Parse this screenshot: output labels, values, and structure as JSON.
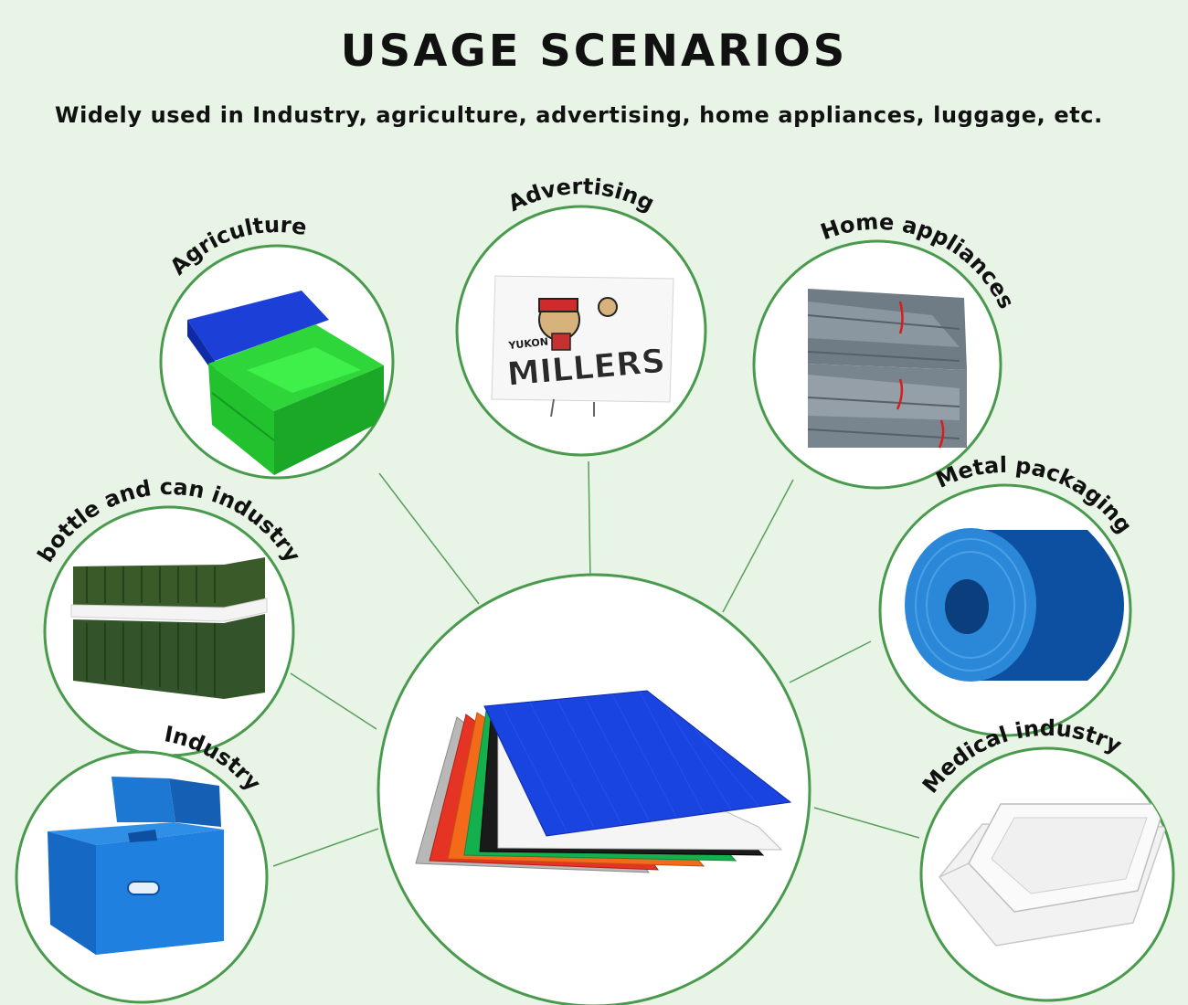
{
  "header": {
    "title": "USAGE SCENARIOS",
    "subtitle": "Widely used in Industry, agriculture, advertising, home appliances, luggage, etc."
  },
  "colors": {
    "background": "#e8f5e6",
    "circle_border": "#4a9a4e",
    "connector": "#5a9e5e",
    "text": "#111111"
  },
  "scenarios": {
    "agriculture": {
      "label": "Agriculture",
      "image": "green-blue-folding-crate-image"
    },
    "advertising": {
      "label": "Advertising",
      "image": "yard-sign-image"
    },
    "advertising_sign": {
      "top": "YUKON",
      "main": "MILLERS"
    },
    "home_appliances": {
      "label": "Home appliances",
      "image": "grey-sheet-stacks-image"
    },
    "bottle": {
      "label": "bottle and can industry",
      "image": "bottle-layer-pads-image"
    },
    "metal": {
      "label": "Metal packaging",
      "image": "blue-roll-image"
    },
    "industry": {
      "label": "Industry",
      "image": "blue-tote-box-image"
    },
    "medical": {
      "label": "Medical industry",
      "image": "white-trays-image"
    },
    "center": {
      "image": "colored-corrugated-sheets-image"
    }
  }
}
